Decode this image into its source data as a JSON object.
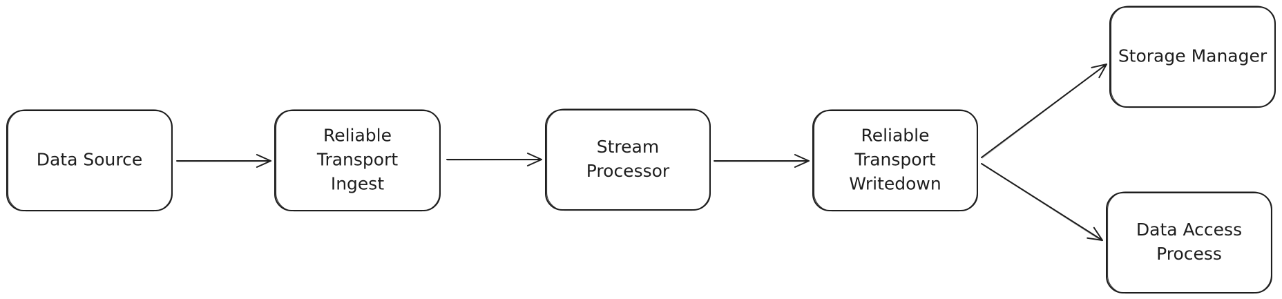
{
  "diagram": {
    "nodes": [
      {
        "id": "data_source",
        "lines": [
          "Data Source"
        ]
      },
      {
        "id": "reliable_transport_ingest",
        "lines": [
          "Reliable",
          "Transport",
          "Ingest"
        ]
      },
      {
        "id": "stream_processor",
        "lines": [
          "Stream",
          "Processor"
        ]
      },
      {
        "id": "reliable_transport_writedown",
        "lines": [
          "Reliable",
          "Transport",
          "Writedown"
        ]
      },
      {
        "id": "storage_manager",
        "lines": [
          "Storage Manager"
        ]
      },
      {
        "id": "data_access_process",
        "lines": [
          "Data Access",
          "Process"
        ]
      }
    ],
    "edges": [
      {
        "from": "data_source",
        "to": "reliable_transport_ingest"
      },
      {
        "from": "reliable_transport_ingest",
        "to": "stream_processor"
      },
      {
        "from": "stream_processor",
        "to": "reliable_transport_writedown"
      },
      {
        "from": "reliable_transport_writedown",
        "to": "storage_manager"
      },
      {
        "from": "reliable_transport_writedown",
        "to": "data_access_process"
      }
    ],
    "colors": {
      "stroke": "#1e1e1e",
      "background": "#ffffff"
    }
  }
}
